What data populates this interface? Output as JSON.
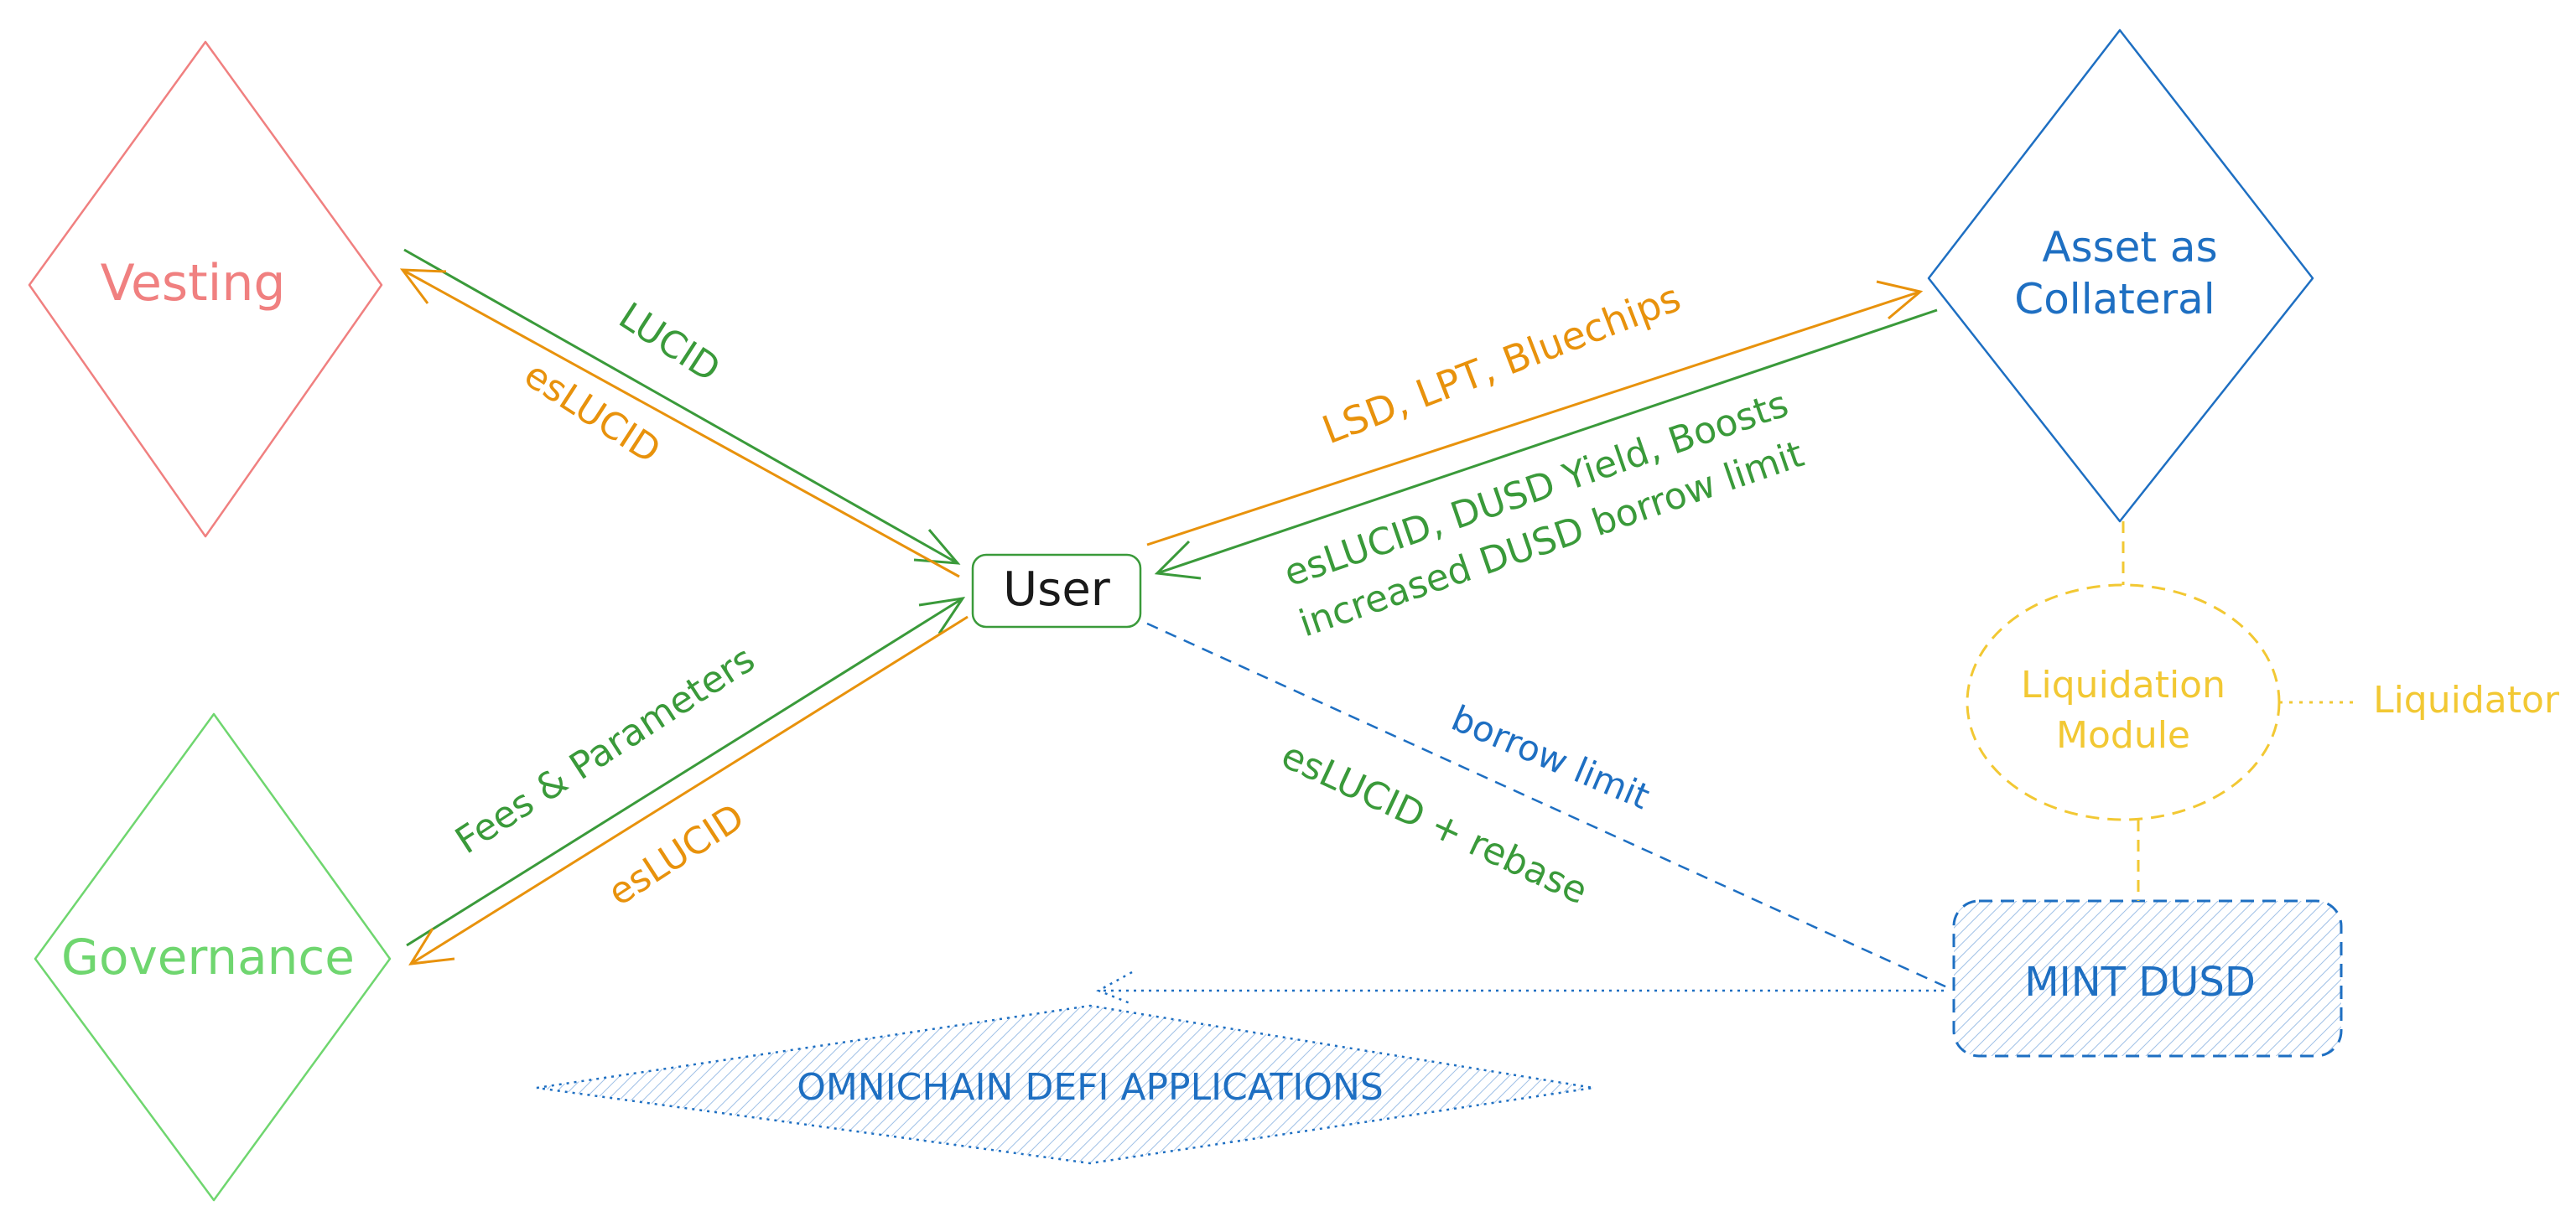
{
  "colors": {
    "red": "#f08080",
    "green": "#3a9a3a",
    "light_green": "#6fd66f",
    "orange": "#e8920c",
    "blue": "#1e6fc2",
    "yellow": "#f2c833",
    "black": "#1a1a1a"
  },
  "nodes": {
    "vesting": "Vesting",
    "governance": "Governance",
    "user": "User",
    "asset_line1": "Asset as",
    "asset_line2": "Collateral",
    "liq_line1": "Liquidation",
    "liq_line2": "Module",
    "liquidator": "Liquidator",
    "mint": "MINT DUSD",
    "omnichain": "OMNICHAIN DEFI APPLICATIONS"
  },
  "edges": {
    "lucid": "LUCID",
    "esl_vesting": "esLUCID",
    "fees": "Fees & Parameters",
    "esl_gov": "esLUCID",
    "lsd": "LSD, LPT, Bluechips",
    "yield_line1": "esLUCID, DUSD Yield, Boosts",
    "yield_line2": "increased DUSD borrow limit",
    "borrow": "borrow limit",
    "rebase": "esLUCID + rebase"
  }
}
